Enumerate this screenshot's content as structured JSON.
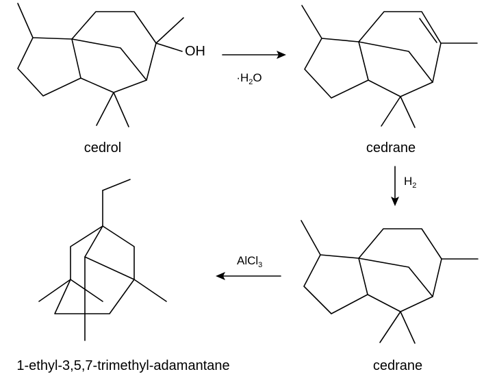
{
  "compounds": {
    "cedrol": {
      "name": "cedrol",
      "oh_label": "OH"
    },
    "cedrene_top": {
      "name": "cedrane"
    },
    "cedrane": {
      "name": "cedrane"
    },
    "adamantane": {
      "name": "1-ethyl-3,5,7-trimethyl-adamantane"
    }
  },
  "reactions": {
    "dehydration": {
      "prefix": "·H",
      "sub": "2",
      "suffix": "O"
    },
    "hydrogenation": {
      "prefix": "H",
      "sub": "2",
      "suffix": ""
    },
    "rearrangement": {
      "prefix": "AlCl",
      "sub": "3",
      "suffix": ""
    }
  }
}
